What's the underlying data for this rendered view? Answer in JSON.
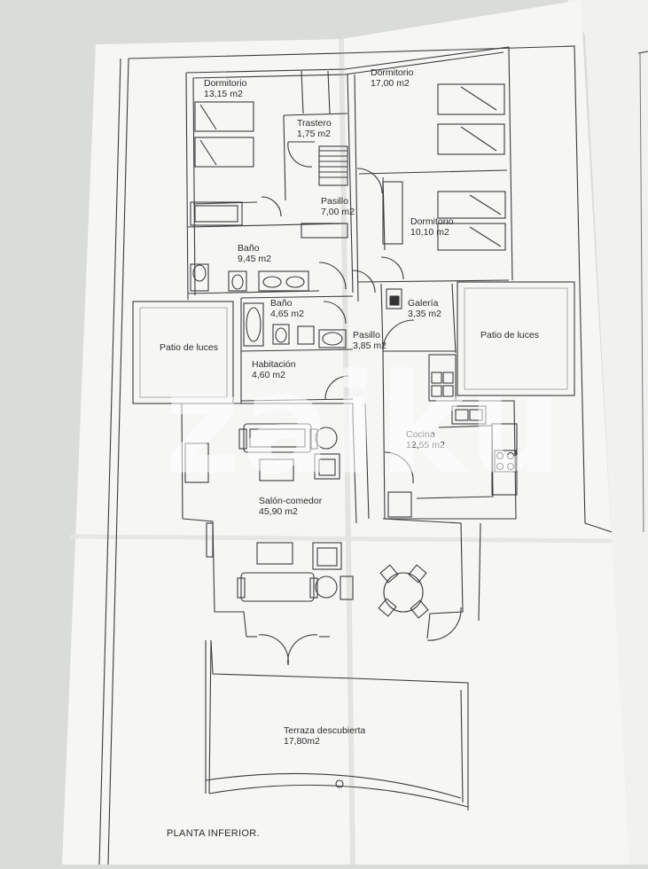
{
  "plan": {
    "title": "PLANTA INFERIOR.",
    "watermark": "zaiku",
    "rooms": [
      {
        "id": "dormitorio-1",
        "name": "Dormitorio",
        "area": "13,15 m2"
      },
      {
        "id": "dormitorio-2",
        "name": "Dormitorio",
        "area": "17,00 m2"
      },
      {
        "id": "trastero",
        "name": "Trastero",
        "area": "1,75 m2"
      },
      {
        "id": "pasillo-1",
        "name": "Pasillo",
        "area": "7,00 m2"
      },
      {
        "id": "dormitorio-3",
        "name": "Dormitorio",
        "area": "10,10 m2"
      },
      {
        "id": "bano-1",
        "name": "Baño",
        "area": "9,45 m2"
      },
      {
        "id": "bano-2",
        "name": "Baño",
        "area": "4,65 m2"
      },
      {
        "id": "galeria",
        "name": "Galería",
        "area": "3,35 m2"
      },
      {
        "id": "pasillo-2",
        "name": "Pasillo",
        "area": "3,85 m2"
      },
      {
        "id": "patio-1",
        "name": "Patio de luces",
        "area": ""
      },
      {
        "id": "patio-2",
        "name": "Patio de luces",
        "area": ""
      },
      {
        "id": "habitacion",
        "name": "Habitación",
        "area": "4,60 m2"
      },
      {
        "id": "cocina",
        "name": "Cocina",
        "area": "12,55 m2"
      },
      {
        "id": "salon",
        "name": "Salón-comedor",
        "area": "45,90 m2"
      },
      {
        "id": "terraza",
        "name": "Terraza descubierta",
        "area": "17,80m2"
      }
    ]
  }
}
